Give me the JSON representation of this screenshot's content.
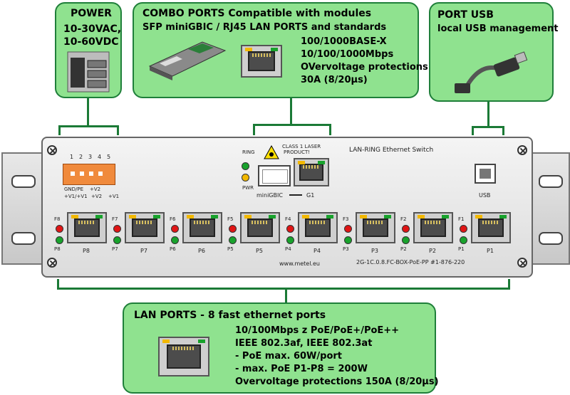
{
  "power": {
    "title": "POWER",
    "line1": "10-30VAC,",
    "line2": "10-60VDC"
  },
  "combo": {
    "title": "COMBO PORTS Compatible with modules",
    "subtitle": "SFP miniGBIC / RJ45 LAN PORTS and standards",
    "lines": [
      "100/1000BASE-X",
      "10/100/1000Mbps",
      "OVervoltage protections",
      "30A (8/20µs)"
    ]
  },
  "usb": {
    "title": "PORT USB",
    "subtitle": "local USB management"
  },
  "lan": {
    "title": "LAN PORTS - 8 fast ethernet ports",
    "lines": [
      "10/100Mbps z PoE/PoE+/PoE++",
      "IEEE 802.3af, IEEE 802.3at",
      "- PoE max. 60W/port",
      "- max. PoE P1-P8 = 200W",
      "Overvoltage protections 150A (8/20µs)"
    ]
  },
  "device": {
    "name": "LAN-RING Ethernet Switch",
    "laser": [
      "CLASS 1 LASER",
      "PRODUCT!"
    ],
    "led_ring": "RING",
    "led_pwr": "PWR",
    "minigbic": "miniGBIC",
    "g1": "G1",
    "usb": "USB",
    "website": "www.metel.eu",
    "model": "2G-1C.0.8.FC-BOX-PoE-PP   #1-876-220",
    "terminal_numbers": [
      "1",
      "2",
      "3",
      "4",
      "5"
    ],
    "terminal_labels": [
      "GND/PE",
      "+V2",
      "+V1/+V1",
      "+V2",
      "+V1"
    ],
    "ports": [
      {
        "label": "P8",
        "top": "F8",
        "bottom": "P8"
      },
      {
        "label": "P7",
        "top": "F7",
        "bottom": "P7"
      },
      {
        "label": "P6",
        "top": "F6",
        "bottom": "P6"
      },
      {
        "label": "P5",
        "top": "F5",
        "bottom": "P5"
      },
      {
        "label": "P4",
        "top": "F4",
        "bottom": "P4"
      },
      {
        "label": "P3",
        "top": "F3",
        "bottom": "P3"
      },
      {
        "label": "P2",
        "top": "F2",
        "bottom": "P2"
      },
      {
        "label": "P1",
        "top": "F1",
        "bottom": "P1"
      }
    ]
  }
}
